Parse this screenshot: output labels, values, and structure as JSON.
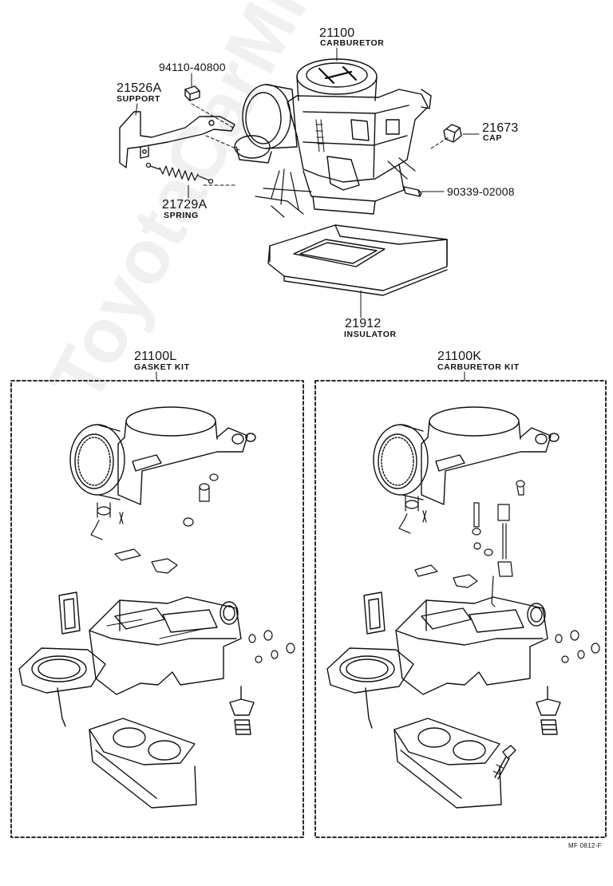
{
  "parts": {
    "carburetor": {
      "number": "21100",
      "name": "CARBURETOR"
    },
    "nut": {
      "number": "94110-40800"
    },
    "support": {
      "number": "21526A",
      "name": "SUPPORT"
    },
    "cap": {
      "number": "21673",
      "name": "CAP"
    },
    "spring": {
      "number": "21729A",
      "name": "SPRING"
    },
    "plug": {
      "number": "90339-02008"
    },
    "insulator": {
      "number": "21912",
      "name": "INSULATOR"
    },
    "gasket_kit": {
      "number": "21100L",
      "name": "GASKET KIT"
    },
    "carburetor_kit": {
      "number": "21100K",
      "name": "CARBURETOR KIT"
    }
  },
  "diagram_code": "MF 0812-F",
  "watermark": "ToyotaCarMine.ru"
}
